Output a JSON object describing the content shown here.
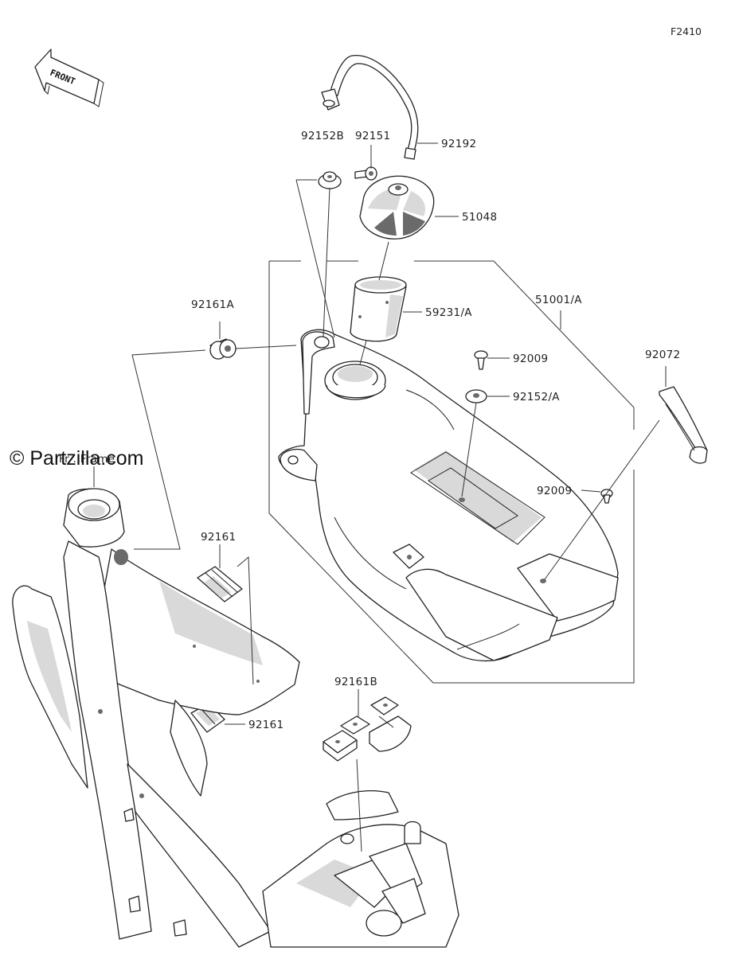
{
  "figure_code": "F2410",
  "front_label": "FRONT",
  "watermark": "© Partzilla.com",
  "frame_label": "Fr . Frame",
  "callouts": {
    "p92152B": "92152B",
    "p92151": "92151",
    "p92192": "92192",
    "p51048": "51048",
    "p51001A": "51001/A",
    "p59231A": "59231/A",
    "p92161A": "92161A",
    "p92009a": "92009",
    "p92152A": "92152/A",
    "p92072": "92072",
    "p92009b": "92009",
    "p92161a": "92161",
    "p92161b": "92161",
    "p92161B": "92161B"
  }
}
